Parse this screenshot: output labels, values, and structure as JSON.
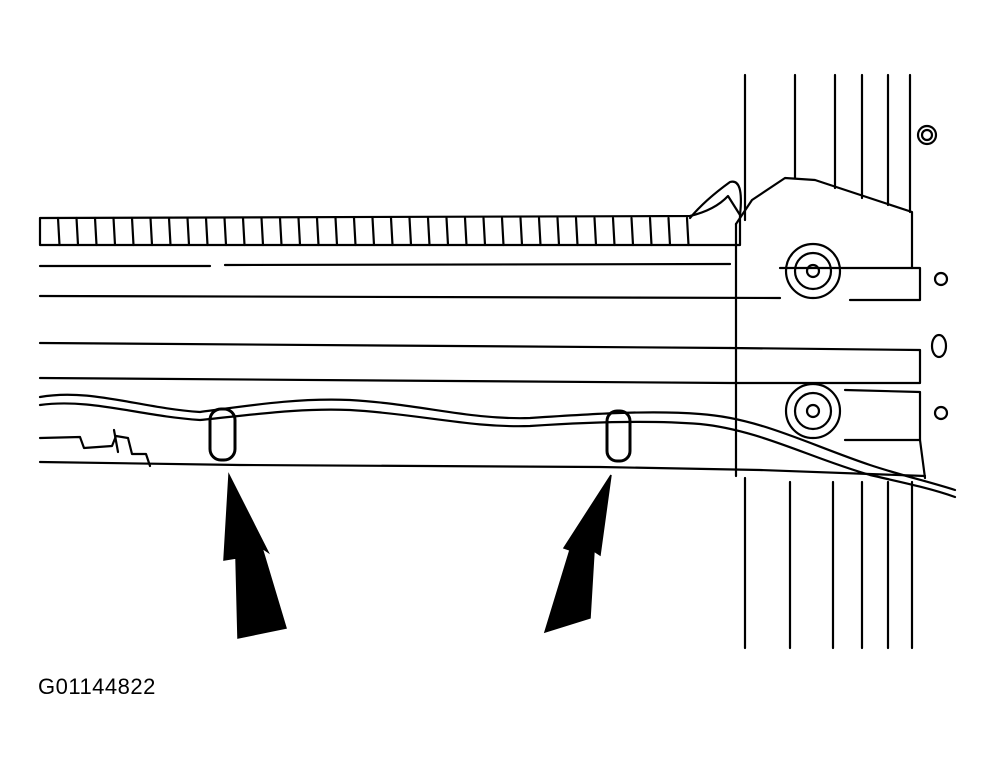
{
  "figure": {
    "id_label": "G01144822",
    "line_color": "#000000",
    "background_color": "#ffffff",
    "parts": [
      "wiring-harness",
      "harness-clip",
      "clip-pointer-arrow",
      "rail-bolt",
      "frame-rail",
      "radiator-core"
    ]
  }
}
